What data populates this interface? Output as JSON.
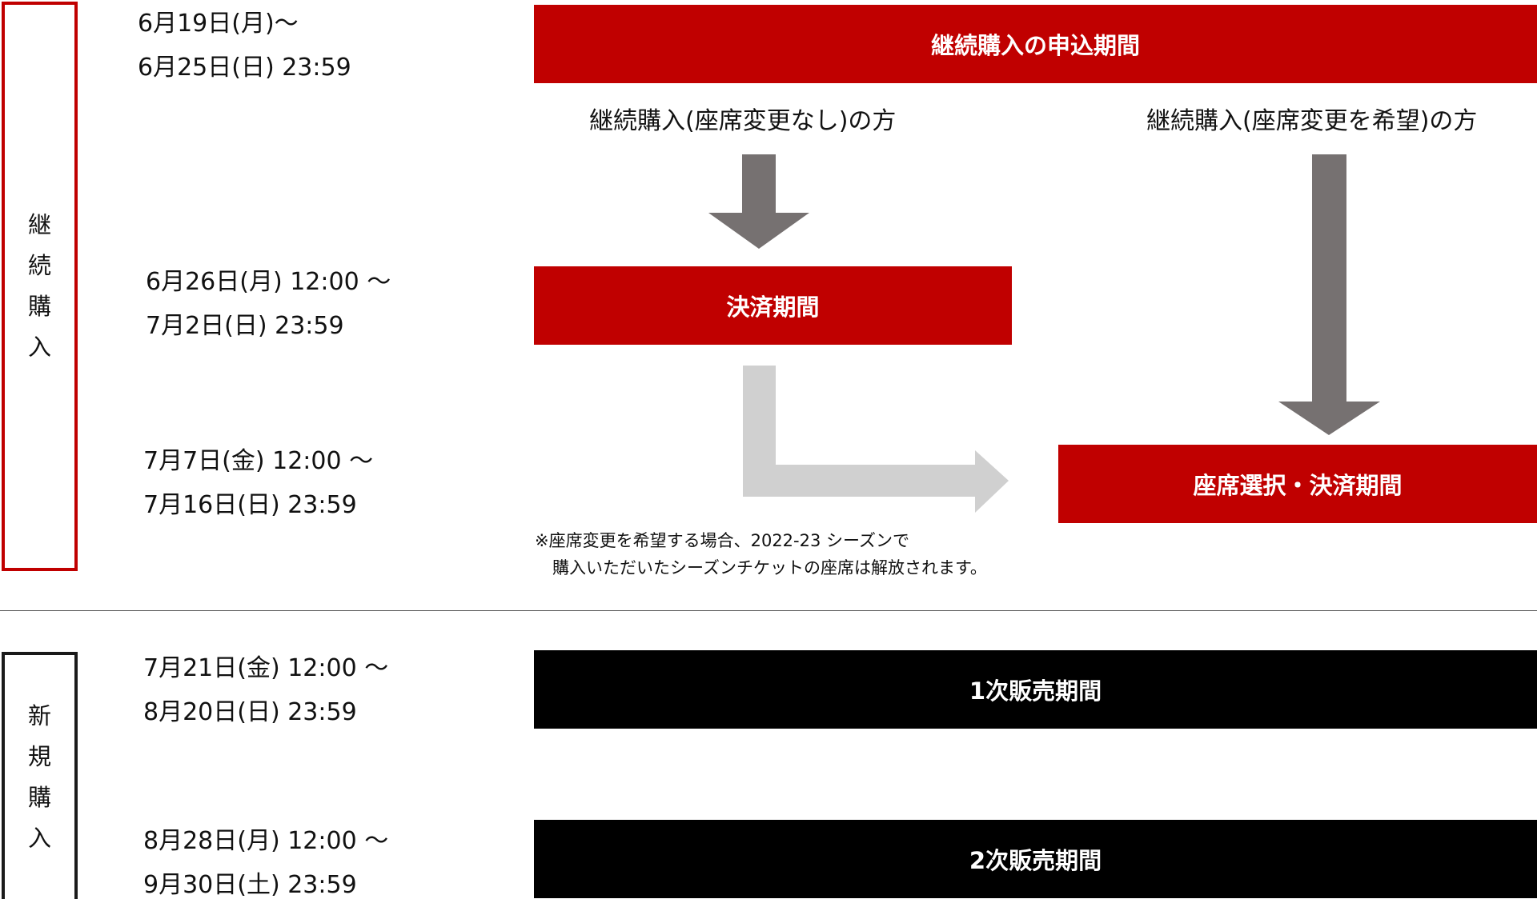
{
  "colors": {
    "red": "#c00000",
    "black": "#000000",
    "arrow_dark": "#767171",
    "arrow_light": "#d0d0d0"
  },
  "sections": {
    "renewal_label": [
      "継",
      "続",
      "購",
      "入"
    ],
    "new_label": [
      "新",
      "規",
      "購",
      "入"
    ]
  },
  "renewal": {
    "application": {
      "date_line1": "6月19日(月)～",
      "date_line2": "6月25日(日) 23:59",
      "bar_label": "継続購入の申込期間"
    },
    "branch_no_change": "継続購入(座席変更なし)の方",
    "branch_change": "継続購入(座席変更を希望)の方",
    "payment": {
      "date_line1": "6月26日(月) 12:00 ～",
      "date_line2": "7月2日(日) 23:59",
      "bar_label": "決済期間"
    },
    "seat_selection": {
      "date_line1": "7月7日(金) 12:00 ～",
      "date_line2": "7月16日(日) 23:59",
      "bar_label": "座席選択・決済期間"
    },
    "note_line1": "※座席変更を希望する場合、2022-23 シーズンで",
    "note_line2": "購入いただいたシーズンチケットの座席は解放されます。"
  },
  "new_purchase": {
    "first_sale": {
      "date_line1": "7月21日(金) 12:00 ～",
      "date_line2": "8月20日(日) 23:59",
      "bar_label": "1次販売期間"
    },
    "second_sale": {
      "date_line1": "8月28日(月) 12:00 ～",
      "date_line2": "9月30日(土) 23:59",
      "bar_label": "2次販売期間"
    }
  }
}
